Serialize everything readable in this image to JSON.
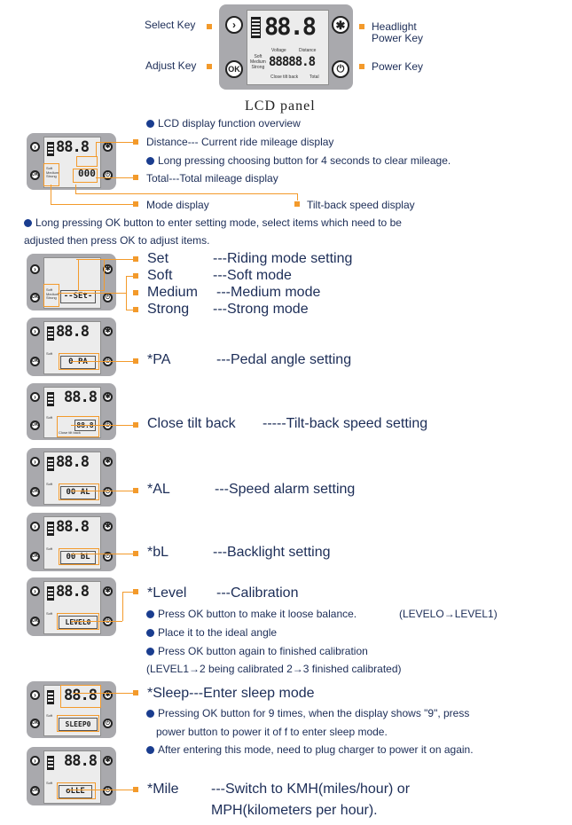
{
  "top": {
    "select_key": "Select Key",
    "adjust_key": "Adjust Key",
    "headlight_key": "Headlight\nPower Key",
    "power_key": "Power Key",
    "big_digits": "88.8",
    "small_digits": "88888.8",
    "voltage": "Voltage",
    "distance": "Distance",
    "modes": "Soft\nMedium\nStrong",
    "close_tilt_back": "Close tilt back",
    "total": "Total",
    "ok": "OK",
    "caption": "LCD panel"
  },
  "overview": {
    "heading": "LCD display function overview",
    "distance": "Distance--- Current ride mileage display",
    "clear": "Long pressing choosing button for 4 seconds to clear mileage.",
    "total": "Total---Total mileage display",
    "mode_display": "Mode display",
    "tilt_display": "Tilt-back speed display",
    "device_big": "88.8",
    "device_small": "000"
  },
  "intro": {
    "line1": "Long pressing OK button to enter setting mode, select items which need to be",
    "line2": "adjusted then press OK to adjust items."
  },
  "modes": {
    "set": "Set",
    "set_desc": "---Riding mode setting",
    "soft": "Soft",
    "soft_desc": "---Soft mode",
    "medium": "Medium",
    "medium_desc": "---Medium mode",
    "strong": "Strong",
    "strong_desc": "---Strong mode",
    "display": "--SEt-"
  },
  "pa": {
    "label": "*PA",
    "desc": "---Pedal angle setting",
    "display": "0 PA"
  },
  "tilt": {
    "label": "Close tilt back",
    "desc": "-----Tilt-back speed setting",
    "display": "88.8"
  },
  "al": {
    "label": "*AL",
    "desc": "---Speed alarm setting",
    "display": "00 AL"
  },
  "bl": {
    "label": "*bL",
    "desc": "---Backlight setting",
    "display": "00 bL"
  },
  "level": {
    "label": "*Level",
    "desc": "---Calibration",
    "display": "LEVEL0",
    "b1": "Press OK button to make it loose balance.",
    "b1_note": "(LEVELO→LEVEL1)",
    "b2": "Place it to the ideal angle",
    "b3": "Press OK button again to finished calibration",
    "b3_note": "(LEVEL1→2 being calibrated 2→3 finished calibrated)"
  },
  "sleep": {
    "label": "*Sleep---Enter sleep mode",
    "display": "SLEEP0",
    "b1": "Pressing OK button for 9 times, when the display shows \"9\", press",
    "b1b": "power button to power it of f  to enter sleep mode.",
    "b2": "After entering this mode, need to plug charger to power it on again."
  },
  "mile": {
    "label": "*Mile",
    "desc": "---Switch to KMH(miles/hour) or",
    "desc2": "MPH(kilometers per hour).",
    "display": "oLLE"
  },
  "device_big": "88.8",
  "colors": {
    "accent": "#f39a2b",
    "text": "#1c2d57",
    "bullet": "#1a3d8f",
    "panel": "#a9a9ad"
  }
}
